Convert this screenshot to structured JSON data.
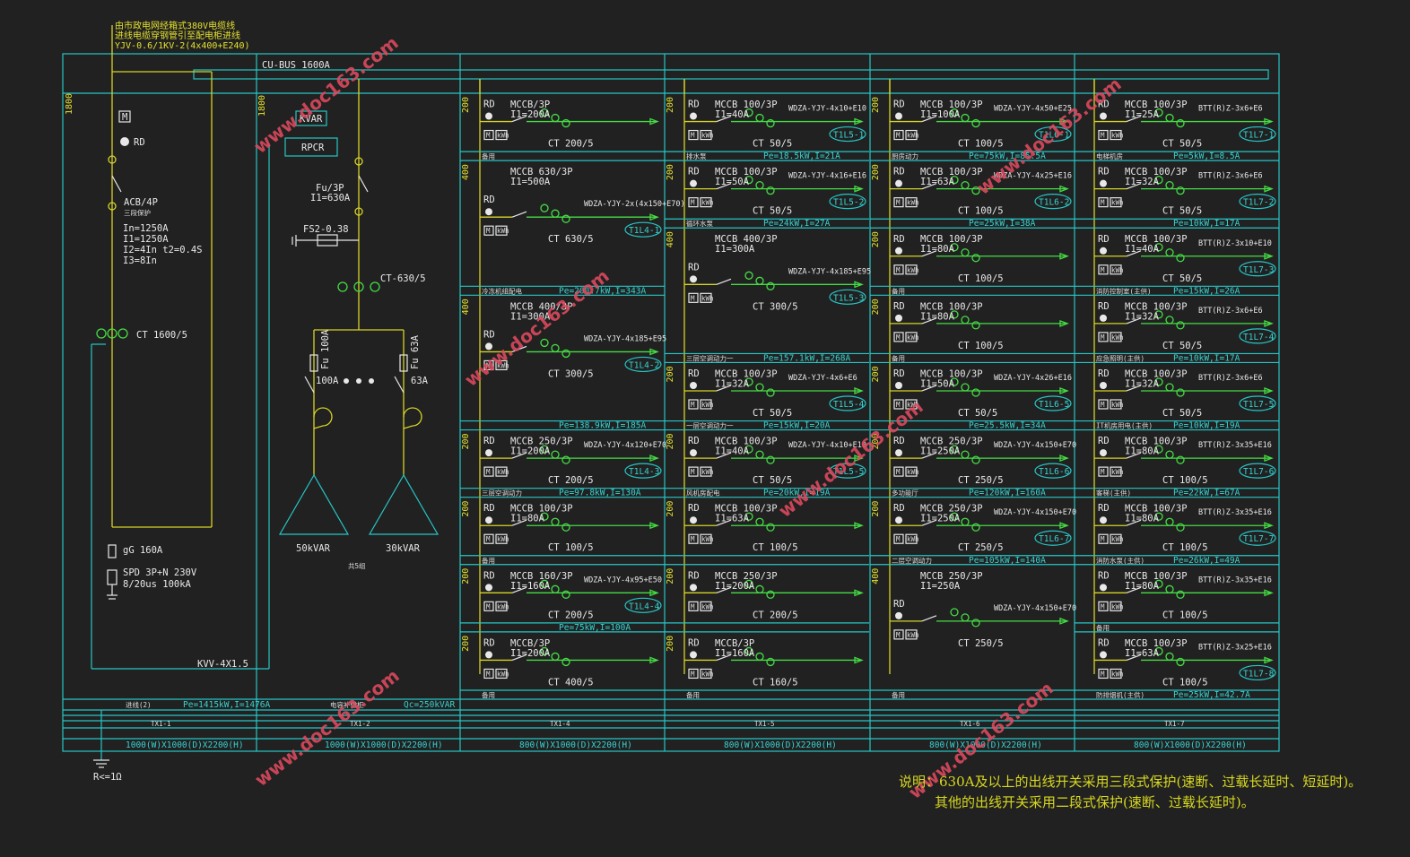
{
  "incoming": {
    "line1": "由市政电网经箱式380V电缆线",
    "line2": "进线电缆穿钢管引至配电柜进线",
    "cable": "YJV-0.6/1KV-2(4x400+E240)"
  },
  "bus_label": "CU-BUS 1600A",
  "col1": {
    "height": "1800",
    "meter": "M",
    "rd": "RD",
    "acb": "ACB/4P",
    "acb_sub": "三段保护",
    "params": [
      "In=1250A",
      "I1=1250A",
      "I2=4In t2=0.4S",
      "I3=8In"
    ],
    "ct": "CT 1600/5",
    "gg": "gG 160A",
    "spd1": "SPD 3P+N 230V",
    "spd2": "8/20us 100kA",
    "kvv": "KVV-4X1.5",
    "ground": "R<=1Ω",
    "footer_name": "进线(2)",
    "footer_pe": "Pe=1415kW,I=1476A",
    "panel_id": "TX1-1",
    "panel_size": "1000(W)X1000(D)X2200(H)"
  },
  "col2": {
    "height": "1800",
    "kvar": "KVAR",
    "rpcr": "RPCR",
    "fu": "Fu/3P",
    "i1": "I1=630A",
    "fs": "FS2-0.38",
    "ct": "CT-630/5",
    "fu1": "Fu 100A",
    "fu2": "Fu 63A",
    "a1": "100A",
    "a2": "63A",
    "cap1": "50kVAR",
    "cap2": "30kVAR",
    "cap_note": "共5组",
    "footer_name": "电容补偿柜",
    "footer_qc": "Qc=250kVAR",
    "panel_id": "TX1-2",
    "panel_size": "1000(W)X1000(D)X2200(H)"
  },
  "feeder_columns": [
    {
      "panel_id": "TX1-4",
      "panel_size": "800(W)X1000(D)X2200(H)",
      "rows": [
        {
          "h": "200",
          "breaker": "MCCB/3P",
          "i1": "I1=200A",
          "cable": "",
          "ct": "CT 200/5",
          "tag": "",
          "name": "备用",
          "pe": ""
        },
        {
          "h": "400",
          "breaker": "MCCB 630/3P",
          "i1": "I1=500A",
          "cable": "WDZA-YJY-2x(4x150+E70)",
          "ct": "CT 630/5",
          "tag": "T1L4-1",
          "name": "冷冻机组配电",
          "pe": "Pe=200.7kW,I=343A"
        },
        {
          "h": "400",
          "breaker": "MCCB 400/3P",
          "i1": "I1=300A",
          "cable": "WDZA-YJY-4x185+E95",
          "ct": "CT 300/5",
          "tag": "T1L4-2",
          "name": "",
          "pe": "Pe=138.9kW,I=185A"
        },
        {
          "h": "200",
          "breaker": "MCCB 250/3P",
          "i1": "I1=200A",
          "cable": "WDZA-YJY-4x120+E70",
          "ct": "CT 200/5",
          "tag": "T1L4-3",
          "name": "三层空调动力",
          "pe": "Pe=97.8kW,I=130A"
        },
        {
          "h": "200",
          "breaker": "MCCB 100/3P",
          "i1": "I1=80A",
          "cable": "",
          "ct": "CT 100/5",
          "tag": "",
          "name": "备用",
          "pe": ""
        },
        {
          "h": "200",
          "breaker": "MCCB 160/3P",
          "i1": "I1=160A",
          "cable": "WDZA-YJY-4x95+E50",
          "ct": "CT 200/5",
          "tag": "T1L4-4",
          "name": "",
          "pe": "Pe=75kW,I=100A"
        },
        {
          "h": "200",
          "breaker": "MCCB/3P",
          "i1": "I1=200A",
          "cable": "",
          "ct": "CT 400/5",
          "tag": "",
          "name": "备用",
          "pe": ""
        }
      ]
    },
    {
      "panel_id": "TX1-5",
      "panel_size": "800(W)X1000(D)X2200(H)",
      "rows": [
        {
          "h": "200",
          "breaker": "MCCB 100/3P",
          "i1": "I1=40A",
          "cable": "WDZA-YJY-4x10+E10",
          "ct": "CT 50/5",
          "tag": "T1L5-1",
          "name": "排水泵",
          "pe": "Pe=18.5kW,I=21A"
        },
        {
          "h": "200",
          "breaker": "MCCB 100/3P",
          "i1": "I1=50A",
          "cable": "WDZA-YJY-4x16+E16",
          "ct": "CT 50/5",
          "tag": "T1L5-2",
          "name": "循环水泵",
          "pe": "Pe=24kW,I=27A"
        },
        {
          "h": "400",
          "breaker": "MCCB 400/3P",
          "i1": "I1=300A",
          "cable": "WDZA-YJY-4x185+E95",
          "ct": "CT 300/5",
          "tag": "T1L5-3",
          "name": "三层空调动力一",
          "pe": "Pe=157.1kW,I=268A"
        },
        {
          "h": "200",
          "breaker": "MCCB 100/3P",
          "i1": "I1=32A",
          "cable": "WDZA-YJY-4x6+E6",
          "ct": "CT 50/5",
          "tag": "T1L5-4",
          "name": "一层空调动力一",
          "pe": "Pe=15kW,I=20A"
        },
        {
          "h": "200",
          "breaker": "MCCB 100/3P",
          "i1": "I1=40A",
          "cable": "WDZA-YJY-4x10+E10",
          "ct": "CT 50/5",
          "tag": "T1L5-5",
          "name": "风机房配电",
          "pe": "Pe=20kW,I=19A"
        },
        {
          "h": "200",
          "breaker": "MCCB 100/3P",
          "i1": "I1=63A",
          "cable": "",
          "ct": "CT 100/5",
          "tag": "",
          "name": "",
          "pe": ""
        },
        {
          "h": "200",
          "breaker": "MCCB 250/3P",
          "i1": "I1=200A",
          "cable": "",
          "ct": "CT 200/5",
          "tag": "",
          "name": "",
          "pe": ""
        },
        {
          "h": "200",
          "breaker": "MCCB/3P",
          "i1": "I1=160A",
          "cable": "",
          "ct": "CT 160/5",
          "tag": "",
          "name": "备用",
          "pe": ""
        }
      ]
    },
    {
      "panel_id": "TX1-6",
      "panel_size": "800(W)X1000(D)X2200(H)",
      "rows": [
        {
          "h": "200",
          "breaker": "MCCB 100/3P",
          "i1": "I1=100A",
          "cable": "WDZA-YJY-4x50+E25",
          "ct": "CT 100/5",
          "tag": "T1L6-1",
          "name": "厨房动力",
          "pe": "Pe=75kW,I=85.5A"
        },
        {
          "h": "200",
          "breaker": "MCCB 100/3P",
          "i1": "I1=63A",
          "cable": "WDZA-YJY-4x25+E16",
          "ct": "CT 100/5",
          "tag": "T1L6-2",
          "name": "",
          "pe": "Pe=25kW,I=38A"
        },
        {
          "h": "200",
          "breaker": "MCCB 100/3P",
          "i1": "I1=80A",
          "cable": "",
          "ct": "CT 100/5",
          "tag": "",
          "name": "备用",
          "pe": ""
        },
        {
          "h": "200",
          "breaker": "MCCB 100/3P",
          "i1": "I1=80A",
          "cable": "",
          "ct": "CT 100/5",
          "tag": "",
          "name": "备用",
          "pe": ""
        },
        {
          "h": "200",
          "breaker": "MCCB 100/3P",
          "i1": "I1=50A",
          "cable": "WDZA-YJY-4x26+E16",
          "ct": "CT 50/5",
          "tag": "T1L6-5",
          "name": "",
          "pe": "Pe=25.5kW,I=34A"
        },
        {
          "h": "200",
          "breaker": "MCCB 250/3P",
          "i1": "I1=250A",
          "cable": "WDZA-YJY-4x150+E70",
          "ct": "CT 250/5",
          "tag": "T1L6-6",
          "name": "多功能厅",
          "pe": "Pe=120kW,I=160A"
        },
        {
          "h": "200",
          "breaker": "MCCB 250/3P",
          "i1": "I1=250A",
          "cable": "WDZA-YJY-4x150+E70",
          "ct": "CT 250/5",
          "tag": "T1L6-7",
          "name": "二层空调动力",
          "pe": "Pe=105kW,I=140A"
        },
        {
          "h": "400",
          "breaker": "MCCB 250/3P",
          "i1": "I1=250A",
          "cable": "WDZA-YJY-4x150+E70",
          "ct": "CT 250/5",
          "tag": "",
          "name": "备用",
          "pe": ""
        }
      ]
    },
    {
      "panel_id": "TX1-7",
      "panel_size": "800(W)X1000(D)X2200(H)",
      "rows": [
        {
          "h": "",
          "breaker": "MCCB 100/3P",
          "i1": "I1=25A",
          "cable": "BTT(R)Z-3x6+E6",
          "ct": "CT 50/5",
          "tag": "T1L7-1",
          "name": "电梯机房",
          "pe": "Pe=5kW,I=8.5A"
        },
        {
          "h": "",
          "breaker": "MCCB 100/3P",
          "i1": "I1=32A",
          "cable": "BTT(R)Z-3x6+E6",
          "ct": "CT 50/5",
          "tag": "T1L7-2",
          "name": "",
          "pe": "Pe=10kW,I=17A"
        },
        {
          "h": "",
          "breaker": "MCCB 100/3P",
          "i1": "I1=40A",
          "cable": "BTT(R)Z-3x10+E10",
          "ct": "CT 50/5",
          "tag": "T1L7-3",
          "name": "消防控制室(主供)",
          "pe": "Pe=15kW,I=26A"
        },
        {
          "h": "",
          "breaker": "MCCB 100/3P",
          "i1": "I1=32A",
          "cable": "BTT(R)Z-3x6+E6",
          "ct": "CT 50/5",
          "tag": "T1L7-4",
          "name": "应急照明(主供)",
          "pe": "Pe=10kW,I=17A"
        },
        {
          "h": "",
          "breaker": "MCCB 100/3P",
          "i1": "I1=32A",
          "cable": "BTT(R)Z-3x6+E6",
          "ct": "CT 50/5",
          "tag": "T1L7-5",
          "name": "IT机房用电(主供)",
          "pe": "Pe=10kW,I=19A"
        },
        {
          "h": "",
          "breaker": "MCCB 100/3P",
          "i1": "I1=80A",
          "cable": "BTT(R)Z-3x35+E16",
          "ct": "CT 100/5",
          "tag": "T1L7-6",
          "name": "客梯(主供)",
          "pe": "Pe=22kW,I=67A"
        },
        {
          "h": "",
          "breaker": "MCCB 100/3P",
          "i1": "I1=80A",
          "cable": "BTT(R)Z-3x35+E16",
          "ct": "CT 100/5",
          "tag": "T1L7-7",
          "name": "消防水泵(主供)",
          "pe": "Pe=26kW,I=49A"
        },
        {
          "h": "",
          "breaker": "MCCB 100/3P",
          "i1": "I1=80A",
          "cable": "BTT(R)Z-3x35+E16",
          "ct": "CT 100/5",
          "tag": "",
          "name": "备用",
          "pe": ""
        },
        {
          "h": "",
          "breaker": "MCCB 100/3P",
          "i1": "I1=63A",
          "cable": "BTT(R)Z-3x25+E16",
          "ct": "CT 100/5",
          "tag": "T1L7-8",
          "name": "防排烟机(主供)",
          "pe": "Pe=25kW,I=42.7A"
        }
      ]
    }
  ],
  "notes": [
    "说明：630A及以上的出线开关采用三段式保护(速断、过载长延时、短延时)。",
    "其他的出线开关采用二段式保护(速断、过载长延时)。"
  ],
  "watermark": "www.doc163.com"
}
